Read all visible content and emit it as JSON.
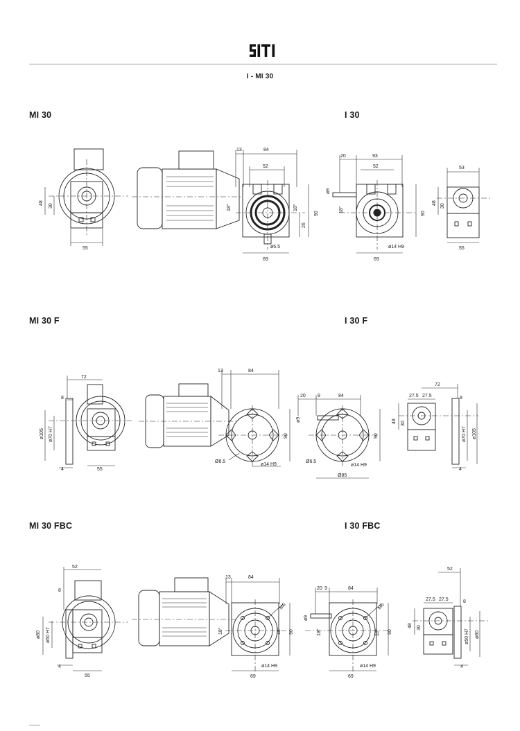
{
  "brand": {
    "logo_text": "SITI"
  },
  "header": {
    "subtitle": "I - MI 30"
  },
  "sections": [
    {
      "left_title": "MI 30",
      "right_title": "I 30",
      "dims": {
        "front_h": "48",
        "front_h2": "30",
        "front_w": "55",
        "top_a": "13",
        "top_b": "84",
        "mid": "52",
        "angle": "18°",
        "right_h": "90",
        "right_s": "26",
        "hole": "ø5.5",
        "bottom": "69",
        "i_top_a": "20",
        "i_top_b": "93",
        "i_mid": "52",
        "i_side": "ø9",
        "i_angle": "18°",
        "i_h": "90",
        "i_bore": "ø14 H9",
        "i_bottom": "69",
        "s_top": "53",
        "s_h": "48",
        "s_h2": "30",
        "s_w": "55"
      }
    },
    {
      "left_title": "MI 30 F",
      "right_title": "I 30 F",
      "dims": {
        "f_top": "72",
        "f_off": "8",
        "f_d1": "ø105",
        "f_d2": "ø70 H7",
        "f_t": "4",
        "f_w": "55",
        "m_a": "13",
        "m_b": "84",
        "m_h": "90",
        "m_hole": "Ø6.5",
        "m_bore": "ø14 H9",
        "i_a": "20",
        "i_b": "9",
        "i_c": "84",
        "i_side": "ø9",
        "i_h": "90",
        "i_hole": "Ø6.5",
        "i_bore": "ø14 H9",
        "i_d": "Ø85",
        "s_top": "72",
        "s_a": "27.5",
        "s_b": "27.5",
        "s_off": "8",
        "s_h": "48",
        "s_h2": "30",
        "s_d1": "ø70 H7",
        "s_d2": "ø105",
        "s_t": "4"
      }
    },
    {
      "left_title": "MI 30 FBC",
      "right_title": "I 30 FBC",
      "dims": {
        "f_top": "52",
        "f_off": "8",
        "f_d1": "ø80",
        "f_d2": "ø50 H7",
        "f_t": "4",
        "f_w": "55",
        "m_a": "13",
        "m_b": "84",
        "m_angle": "18°",
        "m_h": "90",
        "m_s": "M6",
        "m_bore": "ø14 H9",
        "m_bottom": "69",
        "i_a": "20",
        "i_b": "9",
        "i_c": "84",
        "i_side": "ø9",
        "i_angle": "18°",
        "i_h": "90",
        "i_s": "M6",
        "i_bore": "ø14 H9",
        "i_bottom": "69",
        "s_top": "52",
        "s_a": "27.5",
        "s_b": "27.5",
        "s_off": "8",
        "s_h": "48",
        "s_h2": "30",
        "s_d1": "ø50 H7",
        "s_d2": "ø80",
        "s_t": "4"
      }
    }
  ]
}
